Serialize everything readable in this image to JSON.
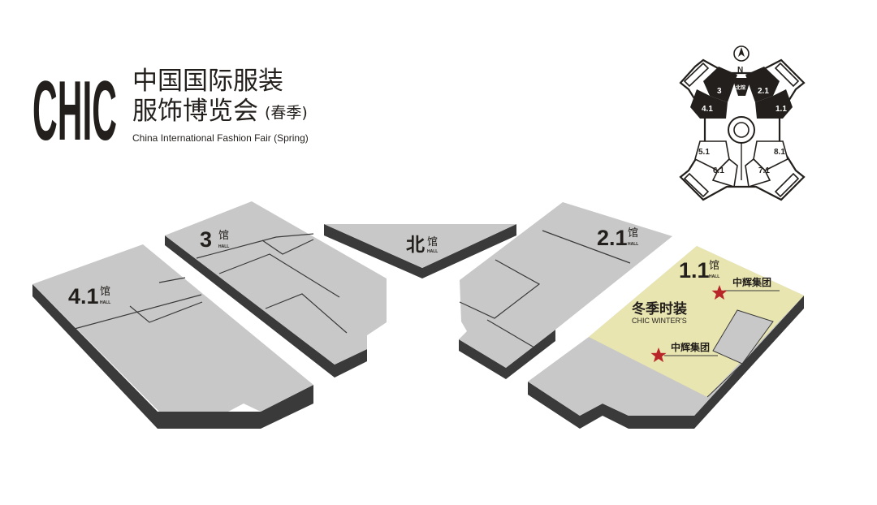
{
  "brand": {
    "logo": "CHIC",
    "title_line1": "中国国际服装",
    "title_line2": "服饰博览会",
    "season_cn": "(春季)",
    "subtitle_en": "China International Fashion Fair (Spring)"
  },
  "colors": {
    "hall_top": "#c8c8c8",
    "hall_side": "#3a3a3a",
    "highlight": "#e8e5b0",
    "text": "#231f1c",
    "star": "#b8262a"
  },
  "hall_suffix": "馆",
  "hall_sub": "HALL",
  "halls": [
    {
      "id": "4.1"
    },
    {
      "id": "3"
    },
    {
      "id": "北"
    },
    {
      "id": "2.1"
    },
    {
      "id": "1.1"
    }
  ],
  "zone": {
    "name_cn": "冬季时装",
    "name_en": "CHIC WINTER'S"
  },
  "exhibitors": [
    {
      "name": "中辉集团"
    },
    {
      "name": "中辉集团"
    }
  ],
  "minimap": {
    "compass": "N",
    "north_tiny": "北馆",
    "halls": [
      "3",
      "2.1",
      "4.1",
      "1.1",
      "5.1",
      "8.1",
      "6.1",
      "7.1"
    ],
    "suffix": "馆"
  }
}
